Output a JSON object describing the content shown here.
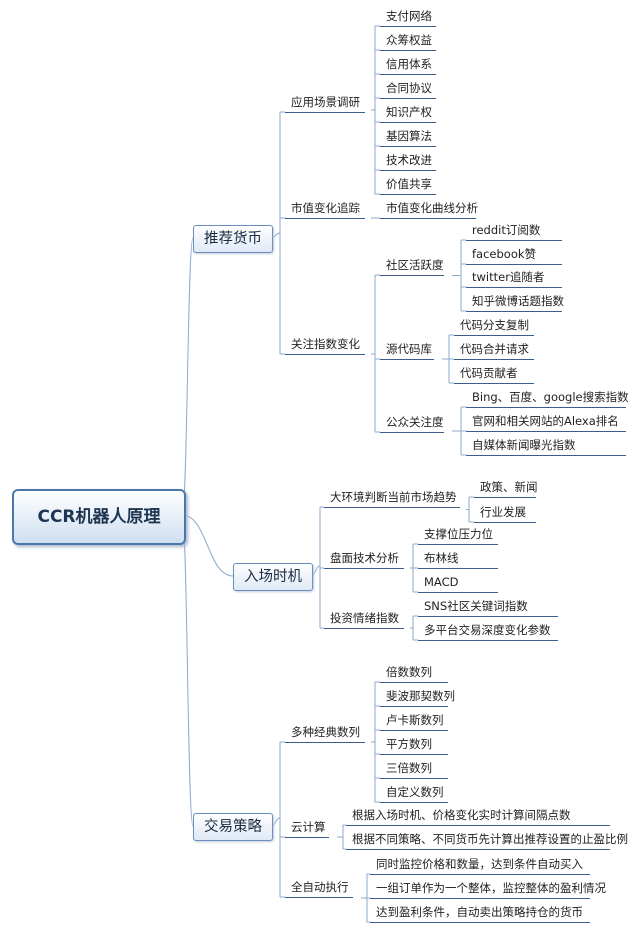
{
  "root": "CCR机器人原理",
  "branches": [
    {
      "label": "推荐货币",
      "children": [
        {
          "label": "应用场景调研",
          "children": [
            "支付网络",
            "众筹权益",
            "信用体系",
            "合同协议",
            "知识产权",
            "基因算法",
            "技术改进",
            "价值共享"
          ]
        },
        {
          "label": "市值变化追踪",
          "children": [
            "市值变化曲线分析"
          ]
        },
        {
          "label": "关注指数变化",
          "children": [
            {
              "label": "社区活跃度",
              "children": [
                "reddit订阅数",
                "facebook赞",
                "twitter追随者",
                "知乎微博话题指数"
              ]
            },
            {
              "label": "源代码库",
              "children": [
                "代码分支复制",
                "代码合并请求",
                "代码贡献者"
              ]
            },
            {
              "label": "公众关注度",
              "children": [
                "Bing、百度、google搜索指数",
                "官网和相关网站的Alexa排名",
                "自媒体新闻曝光指数"
              ]
            }
          ]
        }
      ]
    },
    {
      "label": "入场时机",
      "children": [
        {
          "label": "大环境判断当前市场趋势",
          "children": [
            "政策、新闻",
            "行业发展"
          ]
        },
        {
          "label": "盘面技术分析",
          "children": [
            "支撑位压力位",
            "布林线",
            "MACD"
          ]
        },
        {
          "label": "投资情绪指数",
          "children": [
            "SNS社区关键词指数",
            "多平台交易深度变化参数"
          ]
        }
      ]
    },
    {
      "label": "交易策略",
      "children": [
        {
          "label": "多种经典数列",
          "children": [
            "倍数数列",
            "斐波那契数列",
            "卢卡斯数列",
            "平方数列",
            "三倍数列",
            "自定义数列"
          ]
        },
        {
          "label": "云计算",
          "children": [
            "根据入场时机、价格变化实时计算间隔点数",
            "根据不同策略、不同货币先计算出推荐设置的止盈比例"
          ]
        },
        {
          "label": "全自动执行",
          "children": [
            "同时监控价格和数量，达到条件自动买入",
            "一组订单作为一个整体，监控整体的盈利情况",
            "达到盈利条件，自动卖出策略持仓的货币"
          ]
        }
      ]
    }
  ]
}
